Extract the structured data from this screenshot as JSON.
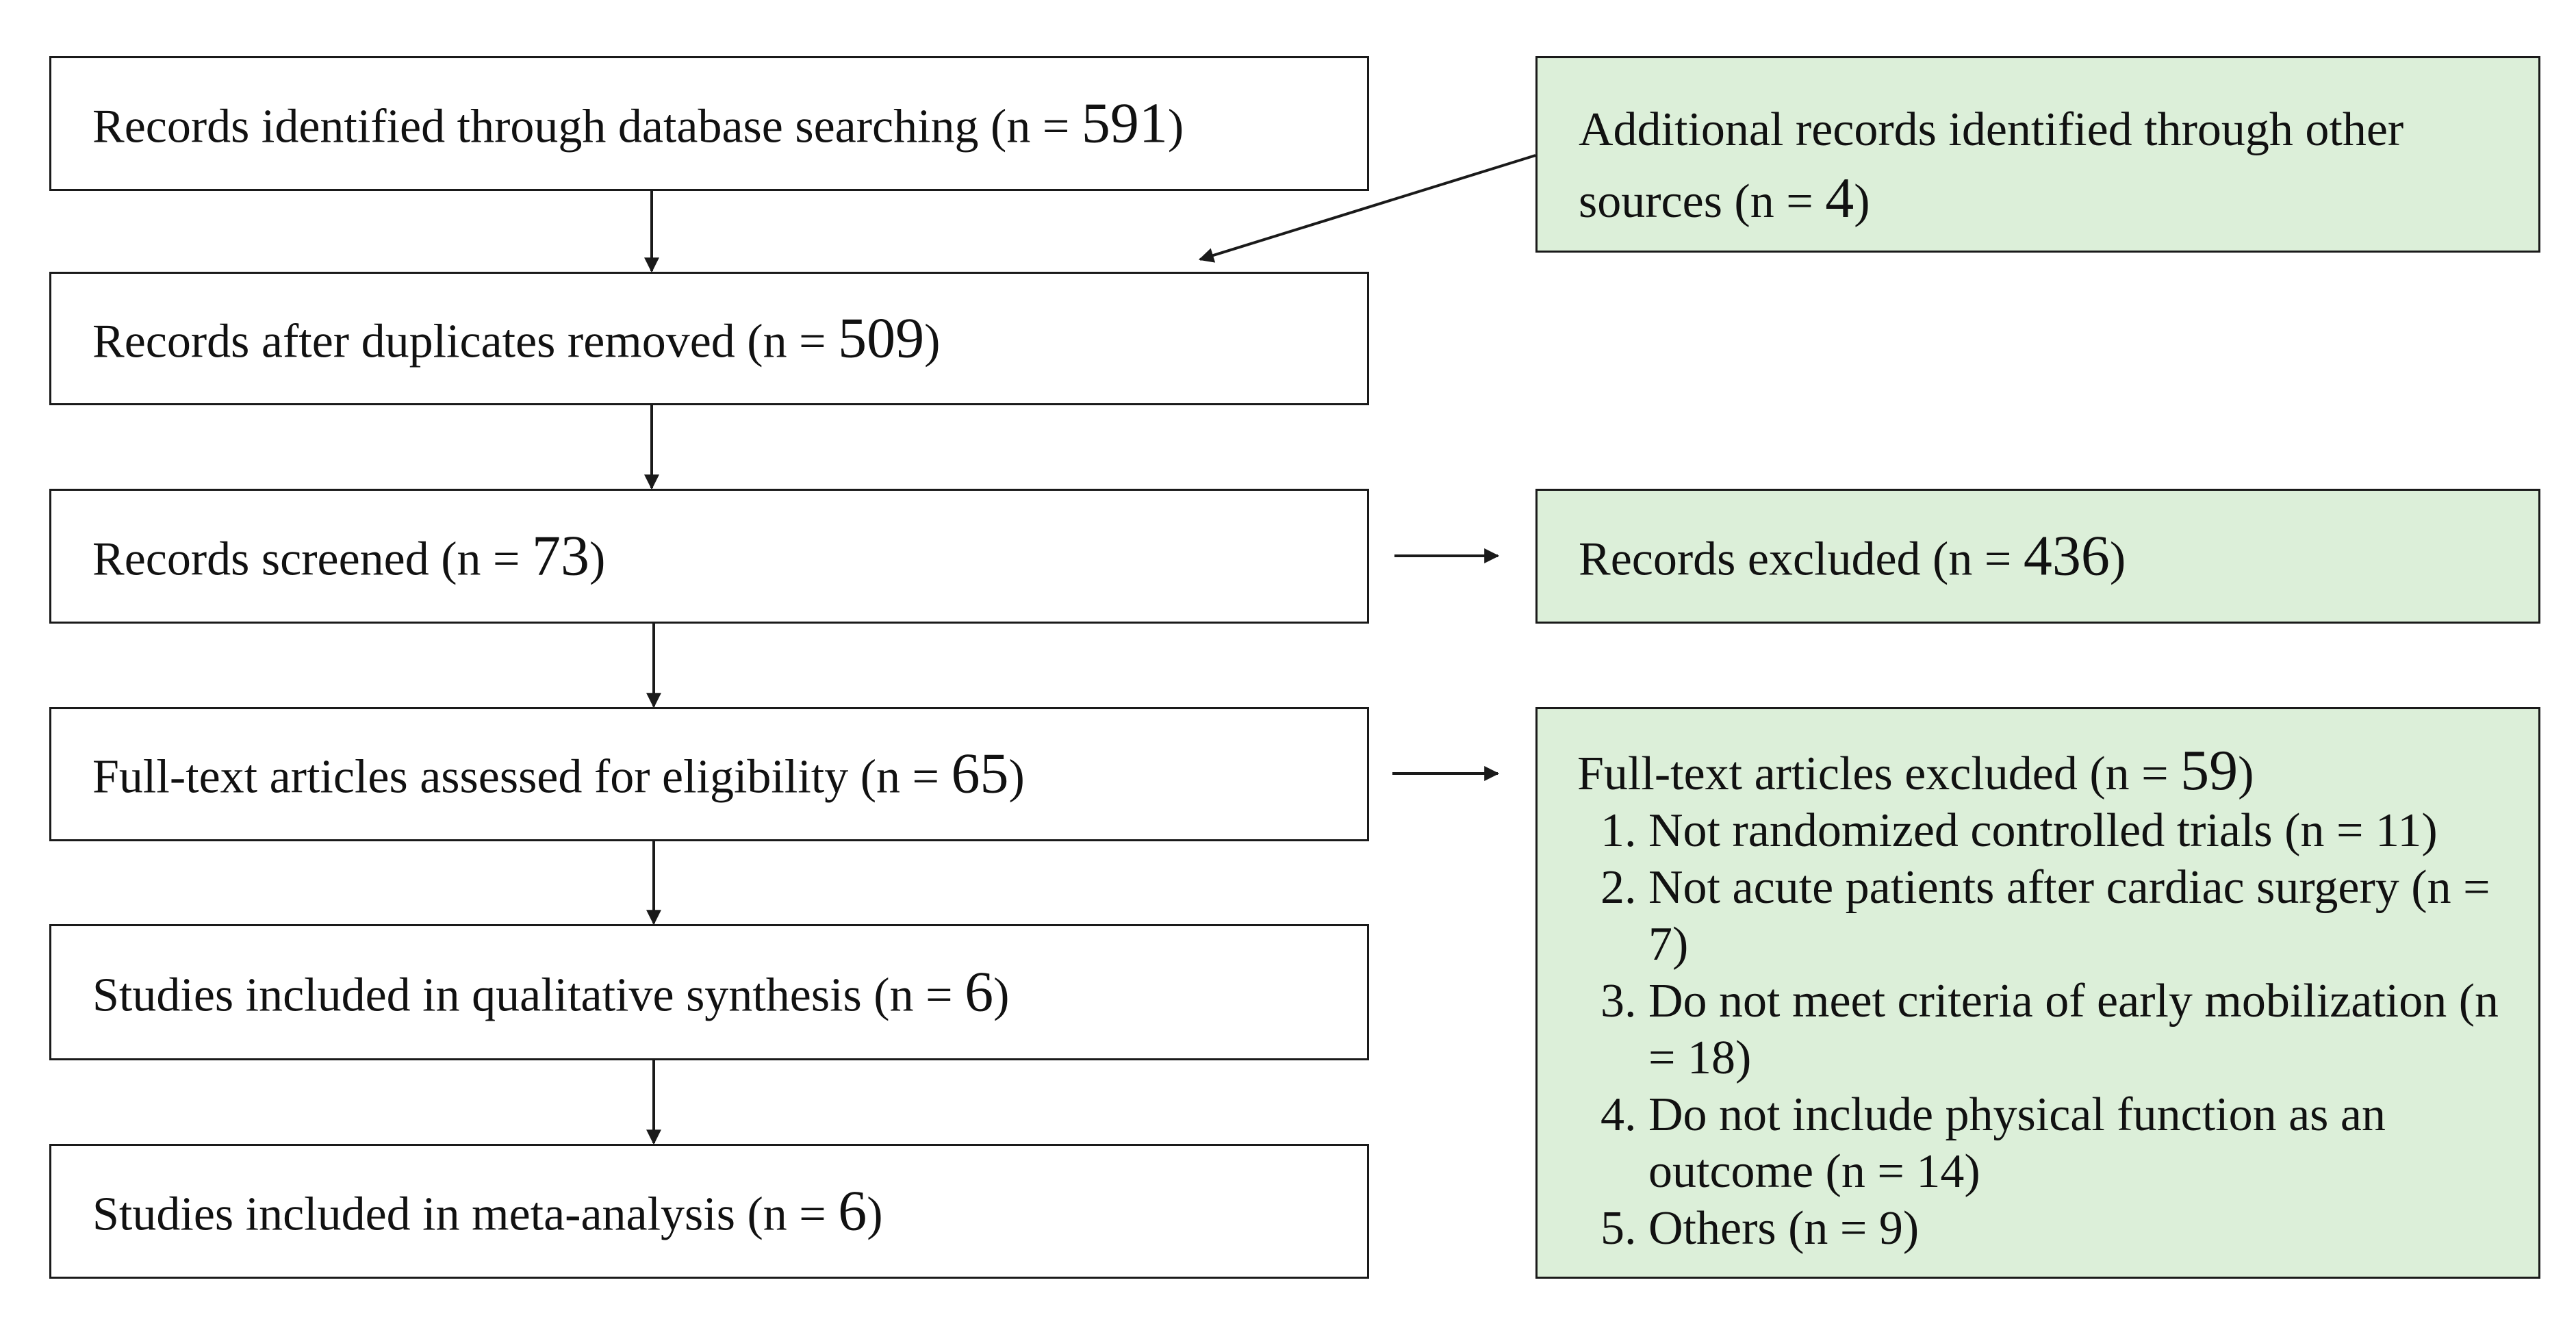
{
  "boxes": {
    "identified": {
      "text": "Records identified through database searching (n = ",
      "num": "591",
      "close": ")"
    },
    "additional": {
      "text": "Additional records identified through other sources (n = ",
      "num": "4",
      "close": ")"
    },
    "duplicates": {
      "text": "Records after duplicates removed (n = ",
      "num": "509",
      "close": ")"
    },
    "screened": {
      "text": "Records screened (n = ",
      "num": "73",
      "close": ")"
    },
    "excluded": {
      "text": "Records excluded (n = ",
      "num": "436",
      "close": ")"
    },
    "fulltext": {
      "text": "Full-text articles assessed for eligibility (n = ",
      "num": "65",
      "close": ")"
    },
    "fulltext_excluded": {
      "text": "Full-text articles excluded (n = ",
      "num": "59",
      "close": ")",
      "reasons": [
        {
          "index": "1.",
          "text": "Not randomized controlled trials (n = 11)"
        },
        {
          "index": "2.",
          "text": "Not acute patients after cardiac surgery (n = 7)"
        },
        {
          "index": "3.",
          "text": "Do not meet criteria of early mobilization (n = 18)"
        },
        {
          "index": "4.",
          "text": "Do not include physical function as an outcome (n = 14)"
        },
        {
          "index": "5.",
          "text": "Others (n = 9)"
        }
      ]
    },
    "qualitative": {
      "text": "Studies included in qualitative synthesis (n = ",
      "num": "6",
      "close": ")"
    },
    "meta": {
      "text": "Studies included in meta-analysis (n = ",
      "num": "6",
      "close": ")"
    }
  },
  "colors": {
    "green_fill": "#dcefd9",
    "border": "#1a1a1a"
  }
}
